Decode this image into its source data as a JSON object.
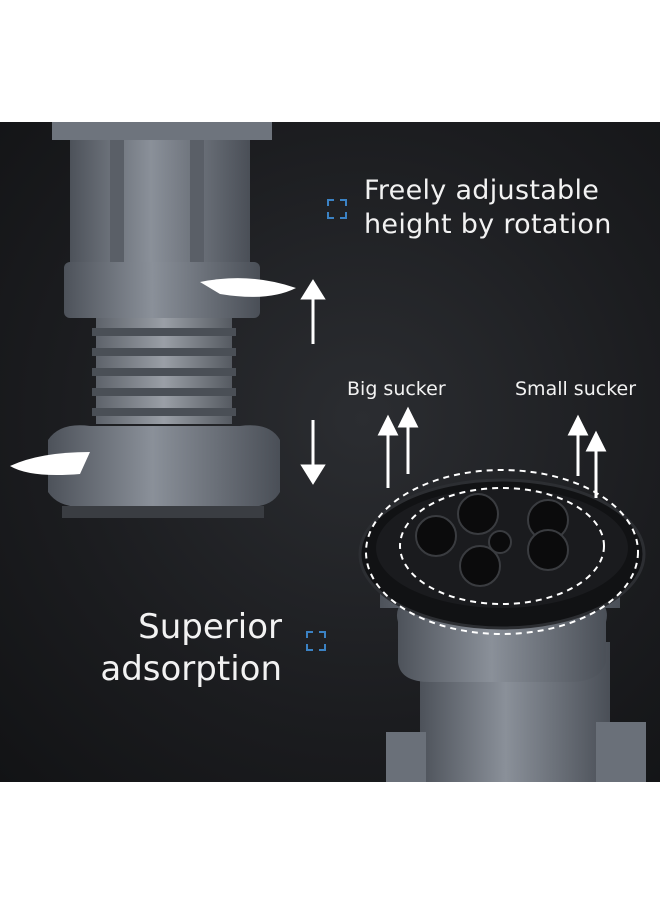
{
  "captions": {
    "height_line1": "Freely adjustable",
    "height_line2": "height by rotation",
    "big_sucker": "Big sucker",
    "small_sucker": "Small sucker",
    "adsorption_line1": "Superior",
    "adsorption_line2": "adsorption"
  },
  "colors": {
    "background": "#1b1c1f",
    "part_gray": "#6c727c",
    "bracket_blue": "#3b82c4",
    "text": "#f2f2f2"
  }
}
